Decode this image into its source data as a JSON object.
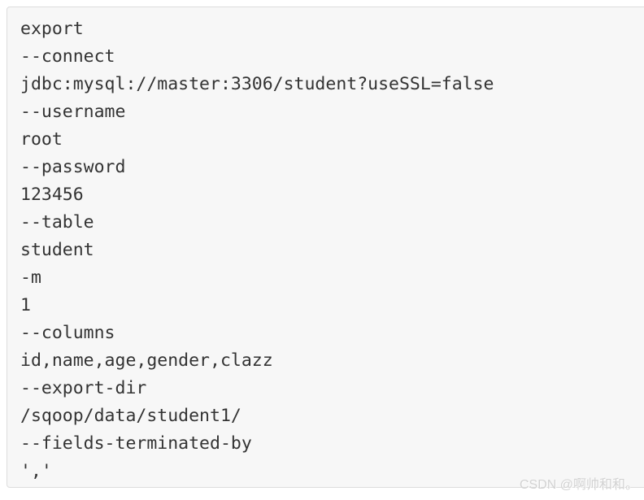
{
  "colors": {
    "page_bg": "#ffffff",
    "block_bg": "#f7f7f7",
    "block_border": "#dddddd",
    "code_text": "#333333",
    "watermark_text": "#d2d2d2"
  },
  "code_block": {
    "language": "shell",
    "lines": [
      "export",
      "--connect",
      "jdbc:mysql://master:3306/student?useSSL=false",
      "--username",
      "root",
      "--password",
      "123456",
      "--table",
      "student",
      "-m",
      "1",
      "--columns",
      "id,name,age,gender,clazz",
      "--export-dir",
      "/sqoop/data/student1/",
      "--fields-terminated-by",
      "','"
    ]
  },
  "watermark": {
    "text": "CSDN @啊帅和和。"
  }
}
